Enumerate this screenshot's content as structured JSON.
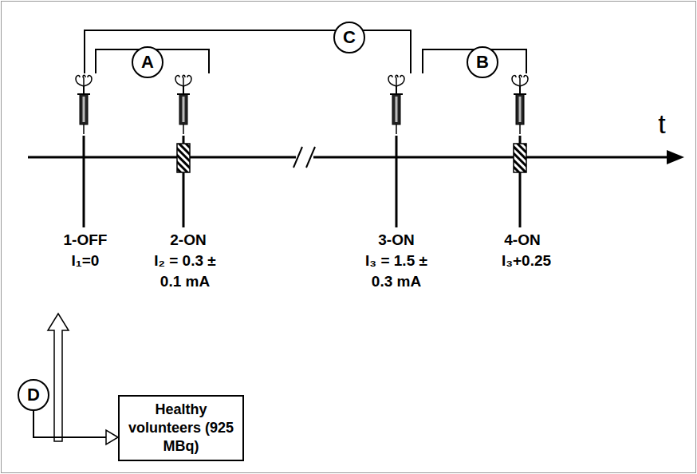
{
  "diagram": {
    "nodes": [
      {
        "text": [
          "C"
        ]
      },
      {
        "text": [
          "A"
        ]
      },
      {
        "text": [
          "B"
        ]
      },
      {
        "text": [
          "D"
        ]
      },
      {
        "text": [
          "Healthy volunteers (925 MBq)"
        ]
      }
    ],
    "edges": [
      {
        "from": 3,
        "to": 4,
        "arrow": "to"
      }
    ],
    "labels": [
      "t",
      "1-OFF",
      "I₁=0",
      "2-ON",
      "I₂ = 0.3 ± 0.1 mA",
      "3-ON",
      "I₃ = 1.5 ± 0.3 mA",
      "4-ON",
      "I₃+0.25"
    ]
  }
}
